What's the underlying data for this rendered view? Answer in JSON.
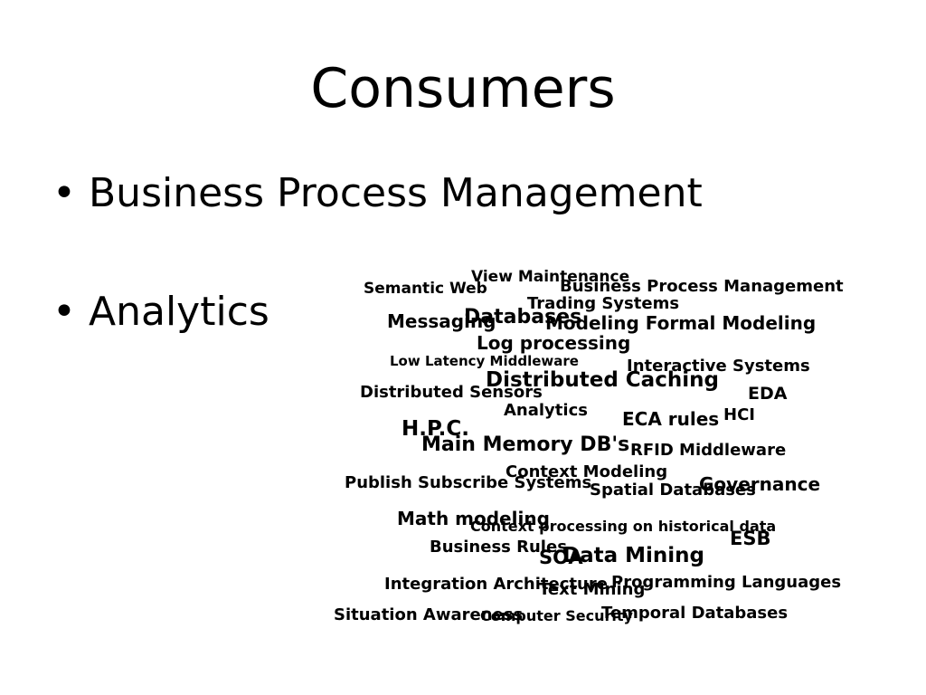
{
  "slide": {
    "title": "Consumers",
    "bullet_symbol": "•",
    "bullets": [
      "Business Process Management",
      "Analytics"
    ]
  },
  "tag_cloud": [
    "View Maintenance",
    "Business Process Management",
    "Semantic Web",
    "Trading Systems",
    "Messaging",
    "Databases",
    "Modeling Formal Modeling",
    "Log processing",
    "Low Latency Middleware",
    "Interactive Systems",
    "Distributed Caching",
    "Distributed Sensors",
    "EDA",
    "Analytics",
    "HCI",
    "ECA rules",
    "H.P.C.",
    "Main Memory DB's",
    "RFID Middleware",
    "Context Modeling",
    "Publish Subscribe Systems",
    "Governance",
    "Spatial Databases",
    "Math modeling",
    "Context processing on historical data",
    "ESB",
    "Business Rules",
    "SOA",
    "Data Mining",
    "Programming Languages",
    "Integration Architecture",
    "Text Mining",
    "Temporal Databases",
    "Situation Awareness",
    "Computer Security"
  ]
}
